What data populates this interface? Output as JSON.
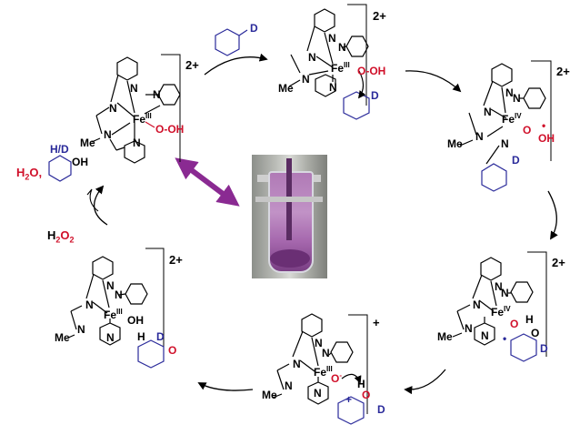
{
  "labels": {
    "charge_2plus": "2+",
    "charge_plus": "+",
    "fe": "Fe",
    "ox_III": "III",
    "ox_IV": "IV",
    "n": "N",
    "me": "Me",
    "o": "O",
    "h": "H",
    "d": "D",
    "oh": "OH",
    "ooh": "O-OH",
    "o_oh": "O-OH",
    "o_minus": "O",
    "minus": "-",
    "plus": "+",
    "hd": "H/D",
    "h2o_prefix": "H",
    "h2o_sub": "2",
    "h2o_suffix": "O,",
    "h2o2_prefix": "H",
    "h2o2_sub1": "2",
    "h2o2_mid": "O",
    "h2o2_sub2": "2",
    "radical_dot": "•"
  },
  "colors": {
    "black": "#000000",
    "red": "#d0102a",
    "blue": "#2a2a9a",
    "purple_arrow": "#8a2a92"
  },
  "photo": {
    "icon": "beaker-photo",
    "description_visible": false
  }
}
